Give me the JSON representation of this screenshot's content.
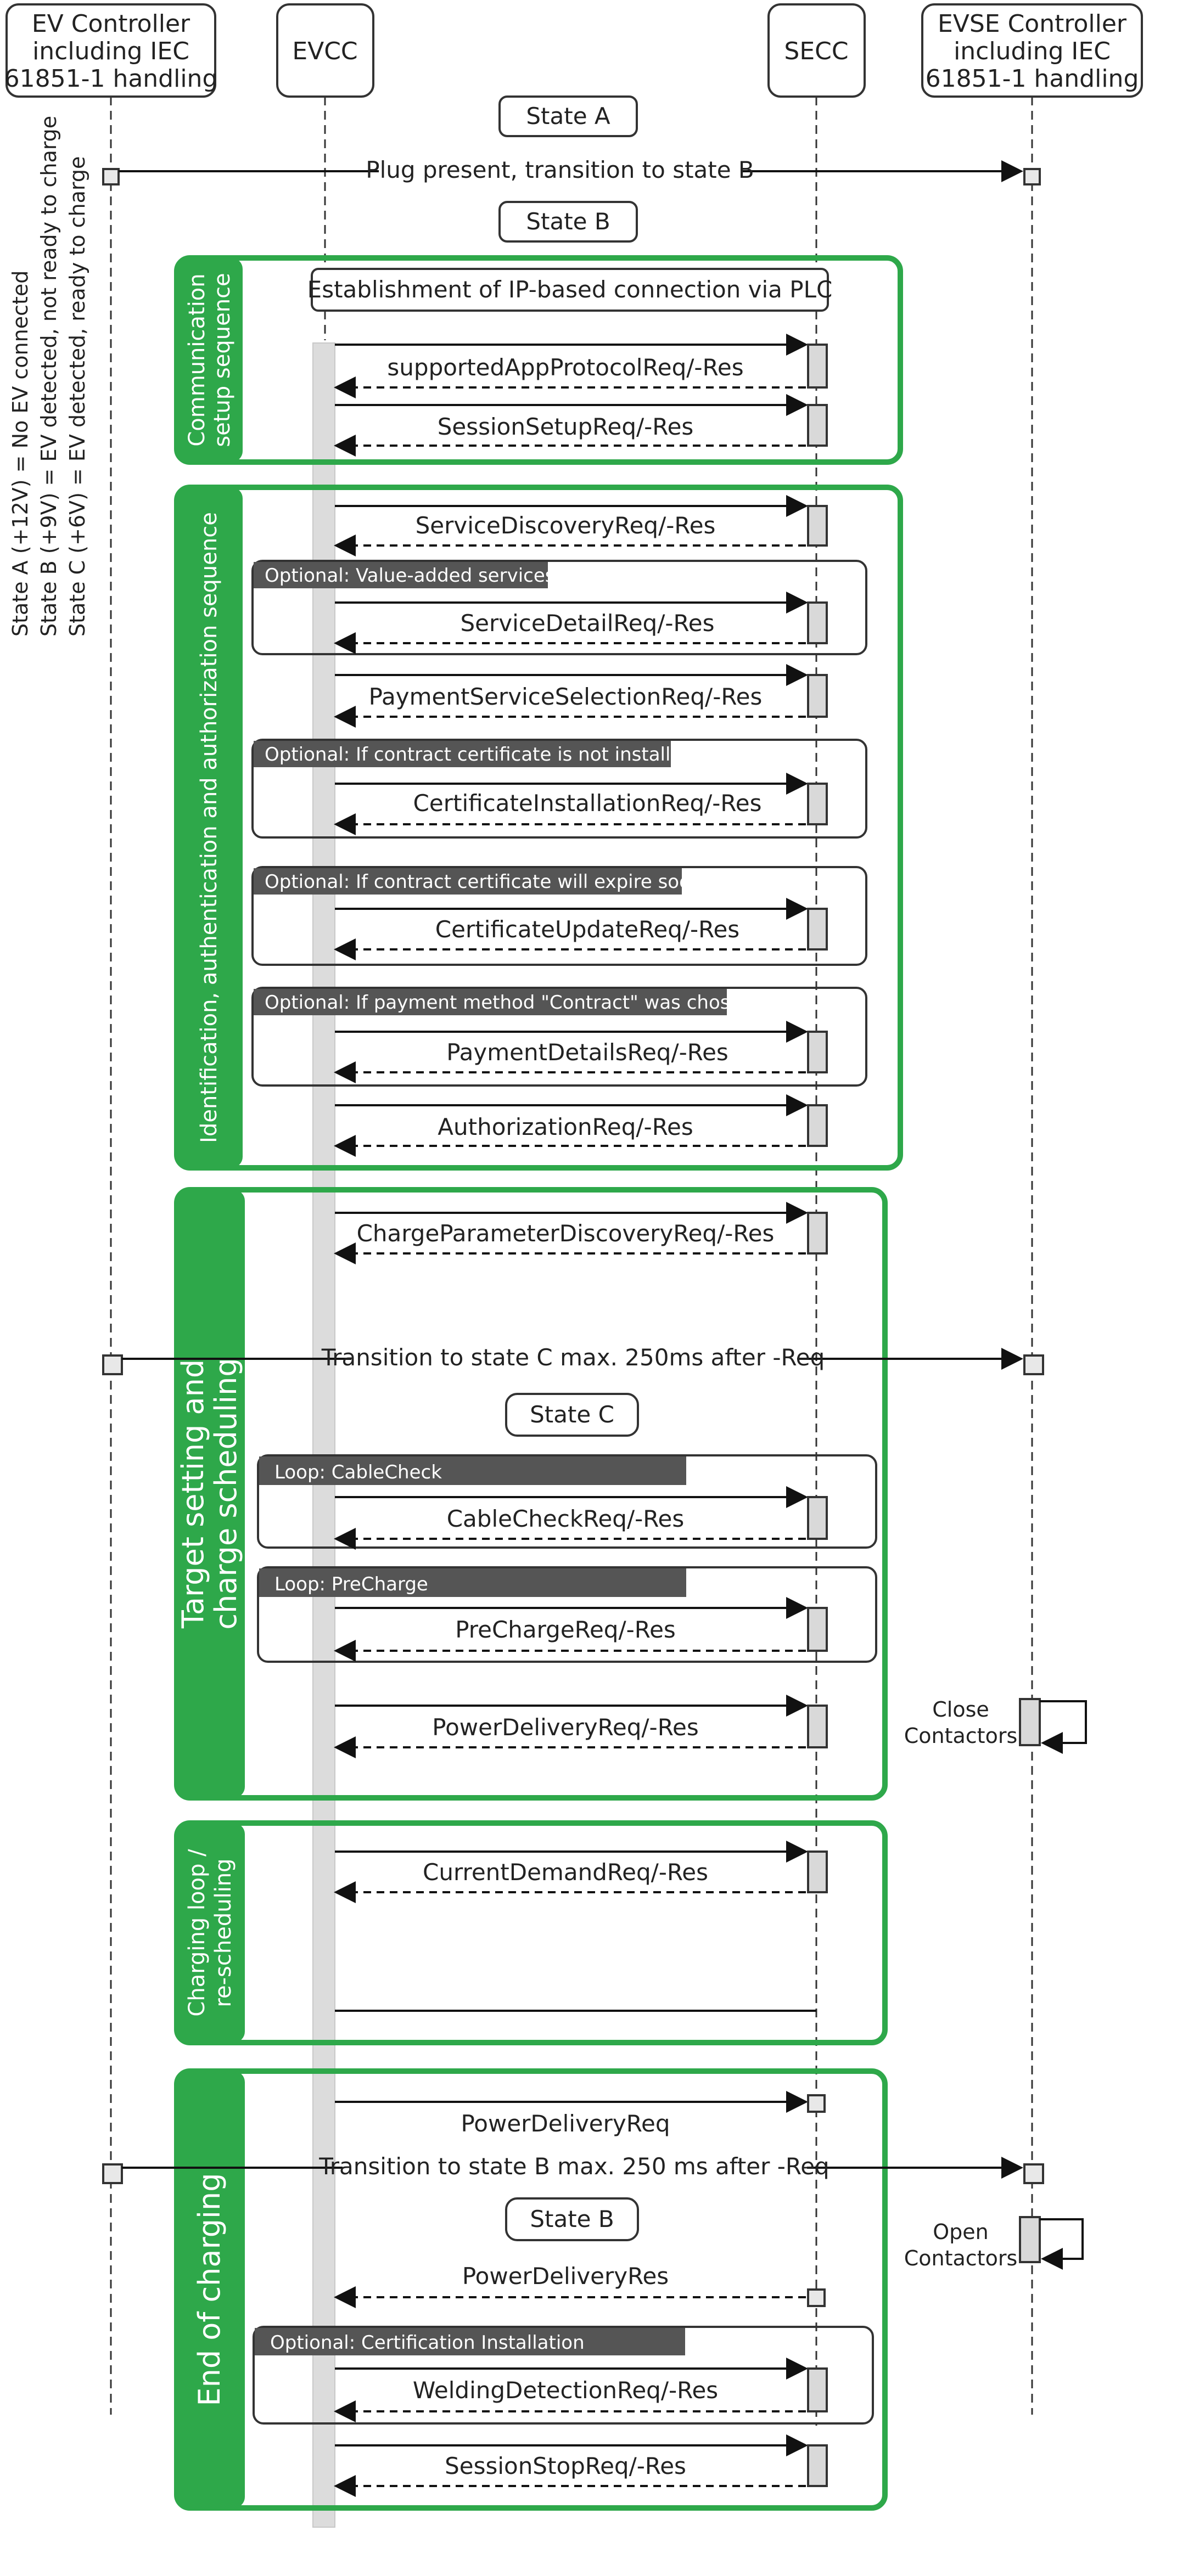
{
  "actors": {
    "ev_controller": [
      "EV Controller",
      "including IEC",
      "61851-1 handling"
    ],
    "evcc": "EVCC",
    "secc": "SECC",
    "evse_controller": [
      "EVSE Controller",
      "including IEC",
      "61851-1 handling"
    ]
  },
  "states": {
    "state_a": "State A",
    "state_b": "State B",
    "state_c": "State C",
    "state_b2": "State B"
  },
  "side_legend": [
    "State A (+12V) = No EV connected",
    "State B (+9V)   = EV detected, not ready to charge",
    "State C (+6V)   = EV detected, ready to charge"
  ],
  "transitions": {
    "plug_present": "Plug present, transition to state B",
    "to_state_c": "Transition to state C max. 250ms after -Req",
    "to_state_b": "Transition to state B max. 250 ms after -Req"
  },
  "phases": {
    "comm_setup": [
      "Communication",
      "setup sequence"
    ],
    "identification": "Identification, authentication and authorization sequence",
    "target_setting": [
      "Target setting and",
      "charge scheduling"
    ],
    "charging_loop": [
      "Charging loop /",
      "re-scheduling"
    ],
    "end_charging": "End of charging"
  },
  "ip_connection": "Establishment of IP-based connection via PLC",
  "messages": {
    "supported_app": "supportedAppProtocolReq/-Res",
    "session_setup": "SessionSetupReq/-Res",
    "service_discovery": "ServiceDiscoveryReq/-Res",
    "service_detail": "ServiceDetailReq/-Res",
    "payment_selection": "PaymentServiceSelectionReq/-Res",
    "cert_install": "CertificateInstallationReq/-Res",
    "cert_update": "CertificateUpdateReq/-Res",
    "payment_details": "PaymentDetailsReq/-Res",
    "authorization": "AuthorizationReq/-Res",
    "charge_param": "ChargeParameterDiscoveryReq/-Res",
    "cable_check": "CableCheckReq/-Res",
    "pre_charge": "PreChargeReq/-Res",
    "power_delivery": "PowerDeliveryReq/-Res",
    "current_demand": "CurrentDemandReq/-Res",
    "power_delivery_req": "PowerDeliveryReq",
    "power_delivery_res": "PowerDeliveryRes",
    "welding": "WeldingDetectionReq/-Res",
    "session_stop": "SessionStopReq/-Res"
  },
  "optional_labels": {
    "value_added": "Optional: Value-added services",
    "cert_not_installed": "Optional: If contract certificate is not installed",
    "cert_expire": "Optional: If contract certificate will expire soon",
    "payment_contract": "Optional: If payment method \"Contract\" was chosen",
    "loop_cable": "Loop: CableCheck",
    "loop_precharge": "Loop: PreCharge",
    "cert_installation": "Optional: Certification Installation"
  },
  "notes": {
    "close_contactors": [
      "Close",
      "Contactors"
    ],
    "open_contactors": [
      "Open",
      "Contactors"
    ]
  },
  "colors": {
    "phase_green": "#2ea84a",
    "optional_tab": "#555555"
  }
}
